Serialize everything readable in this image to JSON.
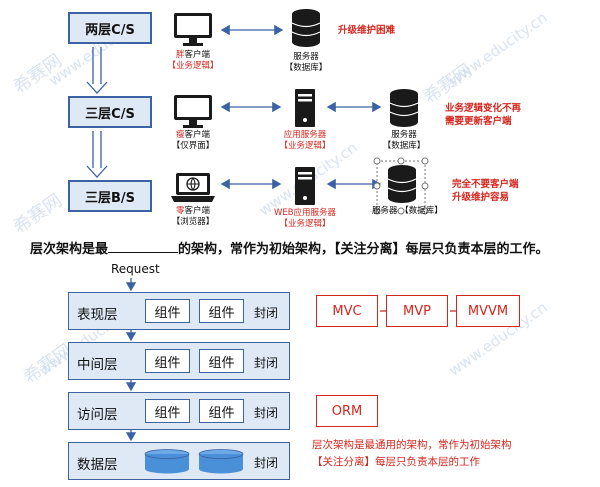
{
  "top": {
    "tiers": [
      "两层C/S",
      "三层C/S",
      "三层B/S"
    ],
    "row1": {
      "client_prefix": "胖",
      "client_suffix": "客户端",
      "client_sub": "【业务逻辑】",
      "server": "服务器",
      "server_sub": "【数据库】",
      "note": "升级维护困难"
    },
    "row2": {
      "client_prefix": "瘦",
      "client_suffix": "客户端",
      "client_sub": "【仅界面】",
      "app": "应用服务器",
      "app_sub": "【业务逻辑】",
      "server": "服务器",
      "server_sub": "【数据库】",
      "note_line1": "业务逻辑变化不再",
      "note_line2": "需要更新客户端"
    },
    "row3": {
      "client_prefix": "零",
      "client_suffix": "客户端",
      "client_sub": "【浏览器】",
      "app": "WEB应用服务器",
      "app_sub": "【业务逻辑】",
      "server": "服务器",
      "server_sub": "【数据库】",
      "note_line1": "完全不要客户端",
      "note_line2": "升级维护容易"
    }
  },
  "sentence": {
    "part1": "层次架构是最",
    "part2": "的架构，常作为初始架构，",
    "part3": "【关注分离】每层只负责本层的工作。"
  },
  "layers": {
    "request": "Request",
    "component": "组件",
    "closed": "封闭",
    "names": [
      "表现层",
      "中间层",
      "访问层",
      "数据层"
    ]
  },
  "patterns": [
    "MVC",
    "MVP",
    "MVVM",
    "ORM"
  ],
  "bottom_note": {
    "line1": "层次架构是最通用的架构，常作为初始架构",
    "line2": "【关注分离】每层只负责本层的工作"
  },
  "watermark": {
    "cn": "希赛网",
    "url": "www.educity.cn"
  },
  "colors": {
    "accent_red": "#d4271f",
    "box_blue": "#dfe9f6",
    "border_blue": "#3b62a3",
    "cylinder_blue": "#4a90d9"
  }
}
